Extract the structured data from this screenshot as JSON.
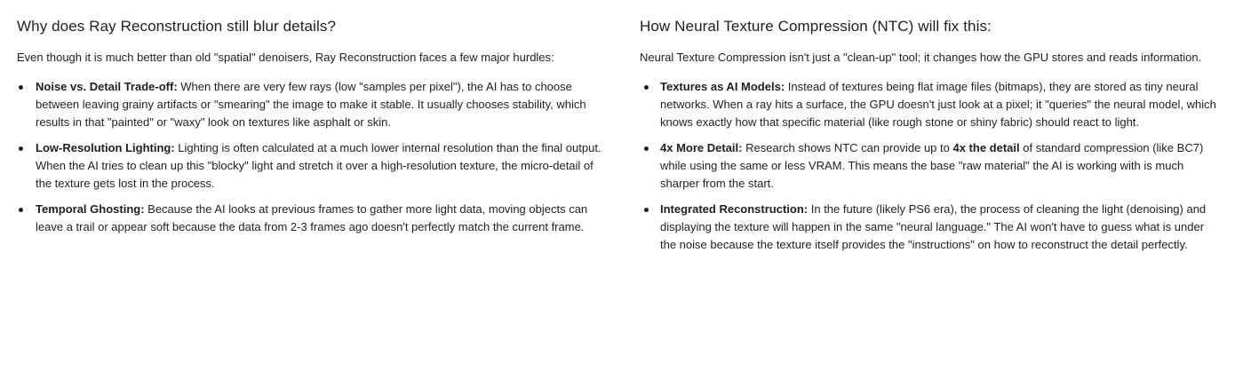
{
  "left": {
    "heading": "Why does Ray Reconstruction still blur details?",
    "intro": "Even though it is much better than old \"spatial\" denoisers, Ray Reconstruction faces a few major hurdles:",
    "items": [
      {
        "title": "Noise vs. Detail Trade-off:",
        "text": " When there are very few rays (low \"samples per pixel\"), the AI has to choose between leaving grainy artifacts or \"smearing\" the image to make it stable. It usually chooses stability, which results in that \"painted\" or \"waxy\" look on textures like asphalt or skin."
      },
      {
        "title": "Low-Resolution Lighting:",
        "text": " Lighting is often calculated at a much lower internal resolution than the final output. When the AI tries to clean up this \"blocky\" light and stretch it over a high-resolution texture, the micro-detail of the texture gets lost in the process."
      },
      {
        "title": "Temporal Ghosting:",
        "text": " Because the AI looks at previous frames to gather more light data, moving objects can leave a trail or appear soft because the data from 2-3 frames ago doesn't perfectly match the current frame."
      }
    ]
  },
  "right": {
    "heading": "How Neural Texture Compression (NTC) will fix this:",
    "intro": "Neural Texture Compression isn't just a \"clean-up\" tool; it changes how the GPU stores and reads information.",
    "items": [
      {
        "title": "Textures as AI Models:",
        "text": " Instead of textures being flat image files (bitmaps), they are stored as tiny neural networks. When a ray hits a surface, the GPU doesn't just look at a pixel; it \"queries\" the neural model, which knows exactly how that specific material (like rough stone or shiny fabric) should react to light."
      },
      {
        "title": "4x More Detail:",
        "text_before": " Research shows NTC can provide up to ",
        "bold_inline": "4x the detail",
        "text_after": " of standard compression (like BC7) while using the same or less VRAM. This means the base \"raw material\" the AI is working with is much sharper from the start."
      },
      {
        "title": "Integrated Reconstruction:",
        "text": " In the future (likely PS6 era), the process of cleaning the light (denoising) and displaying the texture will happen in the same \"neural language.\" The AI won't have to guess what is under the noise because the texture itself provides the \"instructions\" on how to reconstruct the detail perfectly."
      }
    ]
  }
}
